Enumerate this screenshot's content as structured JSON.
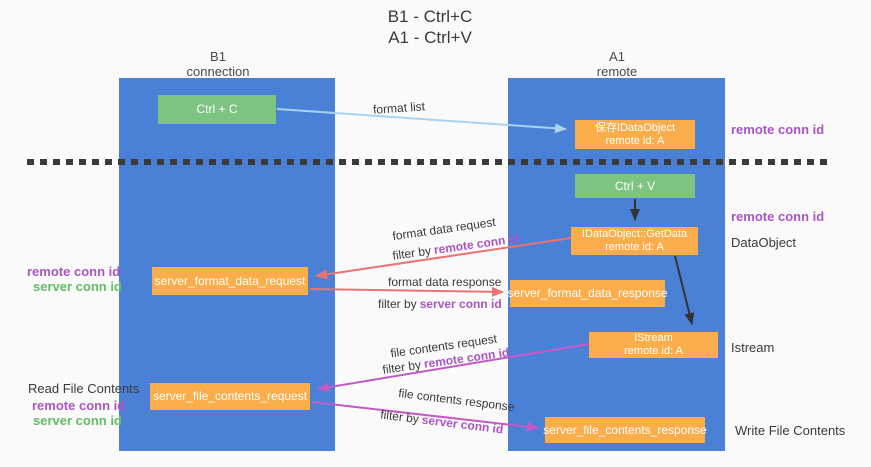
{
  "title": {
    "line1": "B1 - Ctrl+C",
    "line2": "A1 - Ctrl+V"
  },
  "columns": {
    "left": {
      "name": "B1",
      "role": "connection"
    },
    "right": {
      "name": "A1",
      "role": "remote"
    }
  },
  "nodes": {
    "ctrl_c": {
      "label": "Ctrl + C"
    },
    "ctrl_v": {
      "label": "Ctrl + V"
    },
    "save_idataobject": {
      "line1": "保存IDataObject",
      "line2": "remote id: A"
    },
    "getdata": {
      "line1": "IDataObject::GetData",
      "line2": "remote id: A"
    },
    "istream": {
      "line1": "IStream",
      "line2": "remote id: A"
    },
    "server_format_data_request": {
      "label": "server_format_data_request"
    },
    "server_format_data_response": {
      "label": "server_format_data_response"
    },
    "server_file_contents_request": {
      "label": "server_file_contents_request"
    },
    "server_file_contents_response": {
      "label": "server_file_contents_response"
    }
  },
  "arrow_labels": {
    "format_list": "format list",
    "format_data_request": "format data request",
    "format_data_response": "format data response",
    "file_contents_request": "file contents request",
    "file_contents_response": "file contents response",
    "filter_by": "filter by",
    "remote_conn_id": "remote conn id",
    "server_conn_id": "server conn id"
  },
  "side_labels": {
    "remote_conn_id": "remote conn id",
    "server_conn_id": "server conn id",
    "dataobject": "DataObject",
    "istream": "Istream",
    "read_file_contents": "Read File Contents",
    "write_file_contents": "Write File Contents"
  },
  "colors": {
    "lifeline_blue": "#4b80d7",
    "node_orange": "#f9ad4b",
    "node_green": "#7cc47f",
    "conn_id_purple": "#ab55c5",
    "conn_id_green": "#62bd66",
    "arrow_format_data": "#ec7272",
    "arrow_file_contents": "#c45ac8",
    "arrow_format_list": "#a9d2f3",
    "arrow_black": "#333333",
    "dashed_line": "#3a3a3a"
  }
}
